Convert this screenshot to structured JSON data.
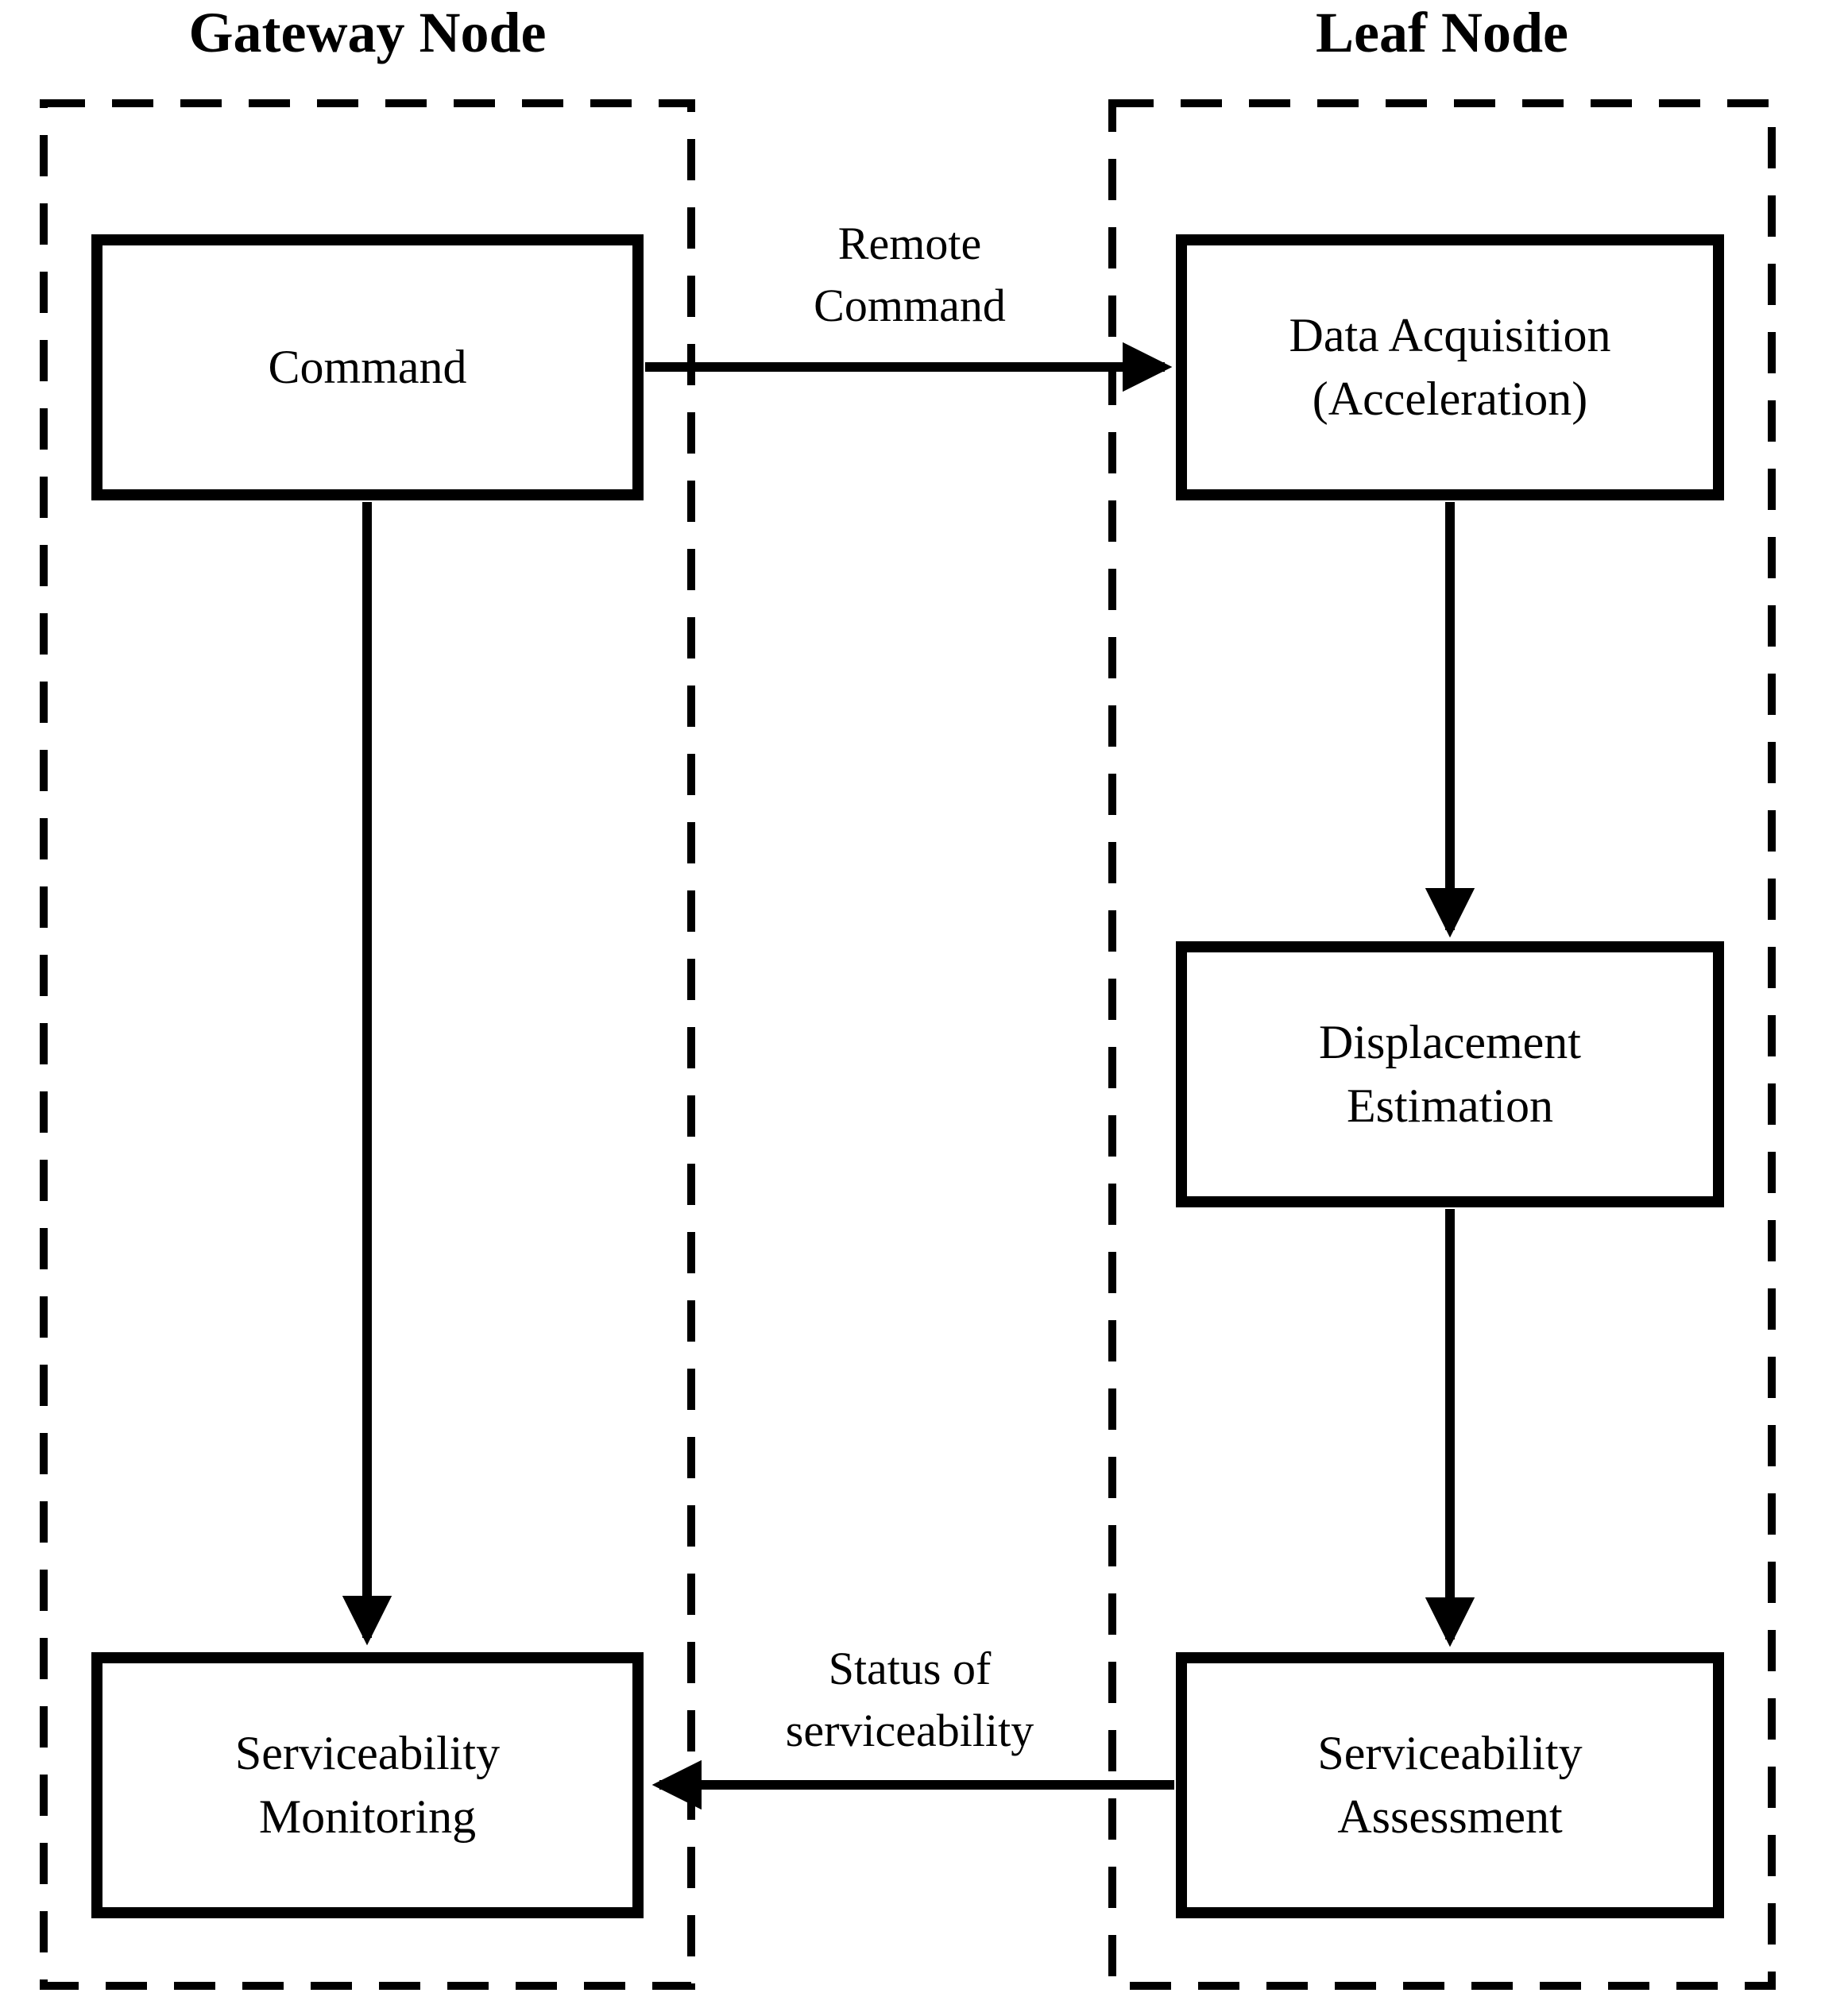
{
  "diagram": {
    "containers": {
      "gateway": {
        "title": "Gateway Node"
      },
      "leaf": {
        "title": "Leaf Node"
      }
    },
    "nodes": {
      "command": {
        "label": "Command"
      },
      "data_acquisition": {
        "line1": "Data Acquisition",
        "line2": "(Acceleration)"
      },
      "displacement_estimation": {
        "line1": "Displacement",
        "line2": "Estimation"
      },
      "serviceability_assessment": {
        "line1": "Serviceability",
        "line2": "Assessment"
      },
      "serviceability_monitoring": {
        "line1": "Serviceability",
        "line2": "Monitoring"
      }
    },
    "edges": {
      "remote_command": {
        "line1": "Remote",
        "line2": "Command"
      },
      "status_of_serviceability": {
        "line1": "Status of",
        "line2": "serviceability"
      }
    },
    "colors": {
      "line": "#000000",
      "background": "#ffffff"
    }
  }
}
